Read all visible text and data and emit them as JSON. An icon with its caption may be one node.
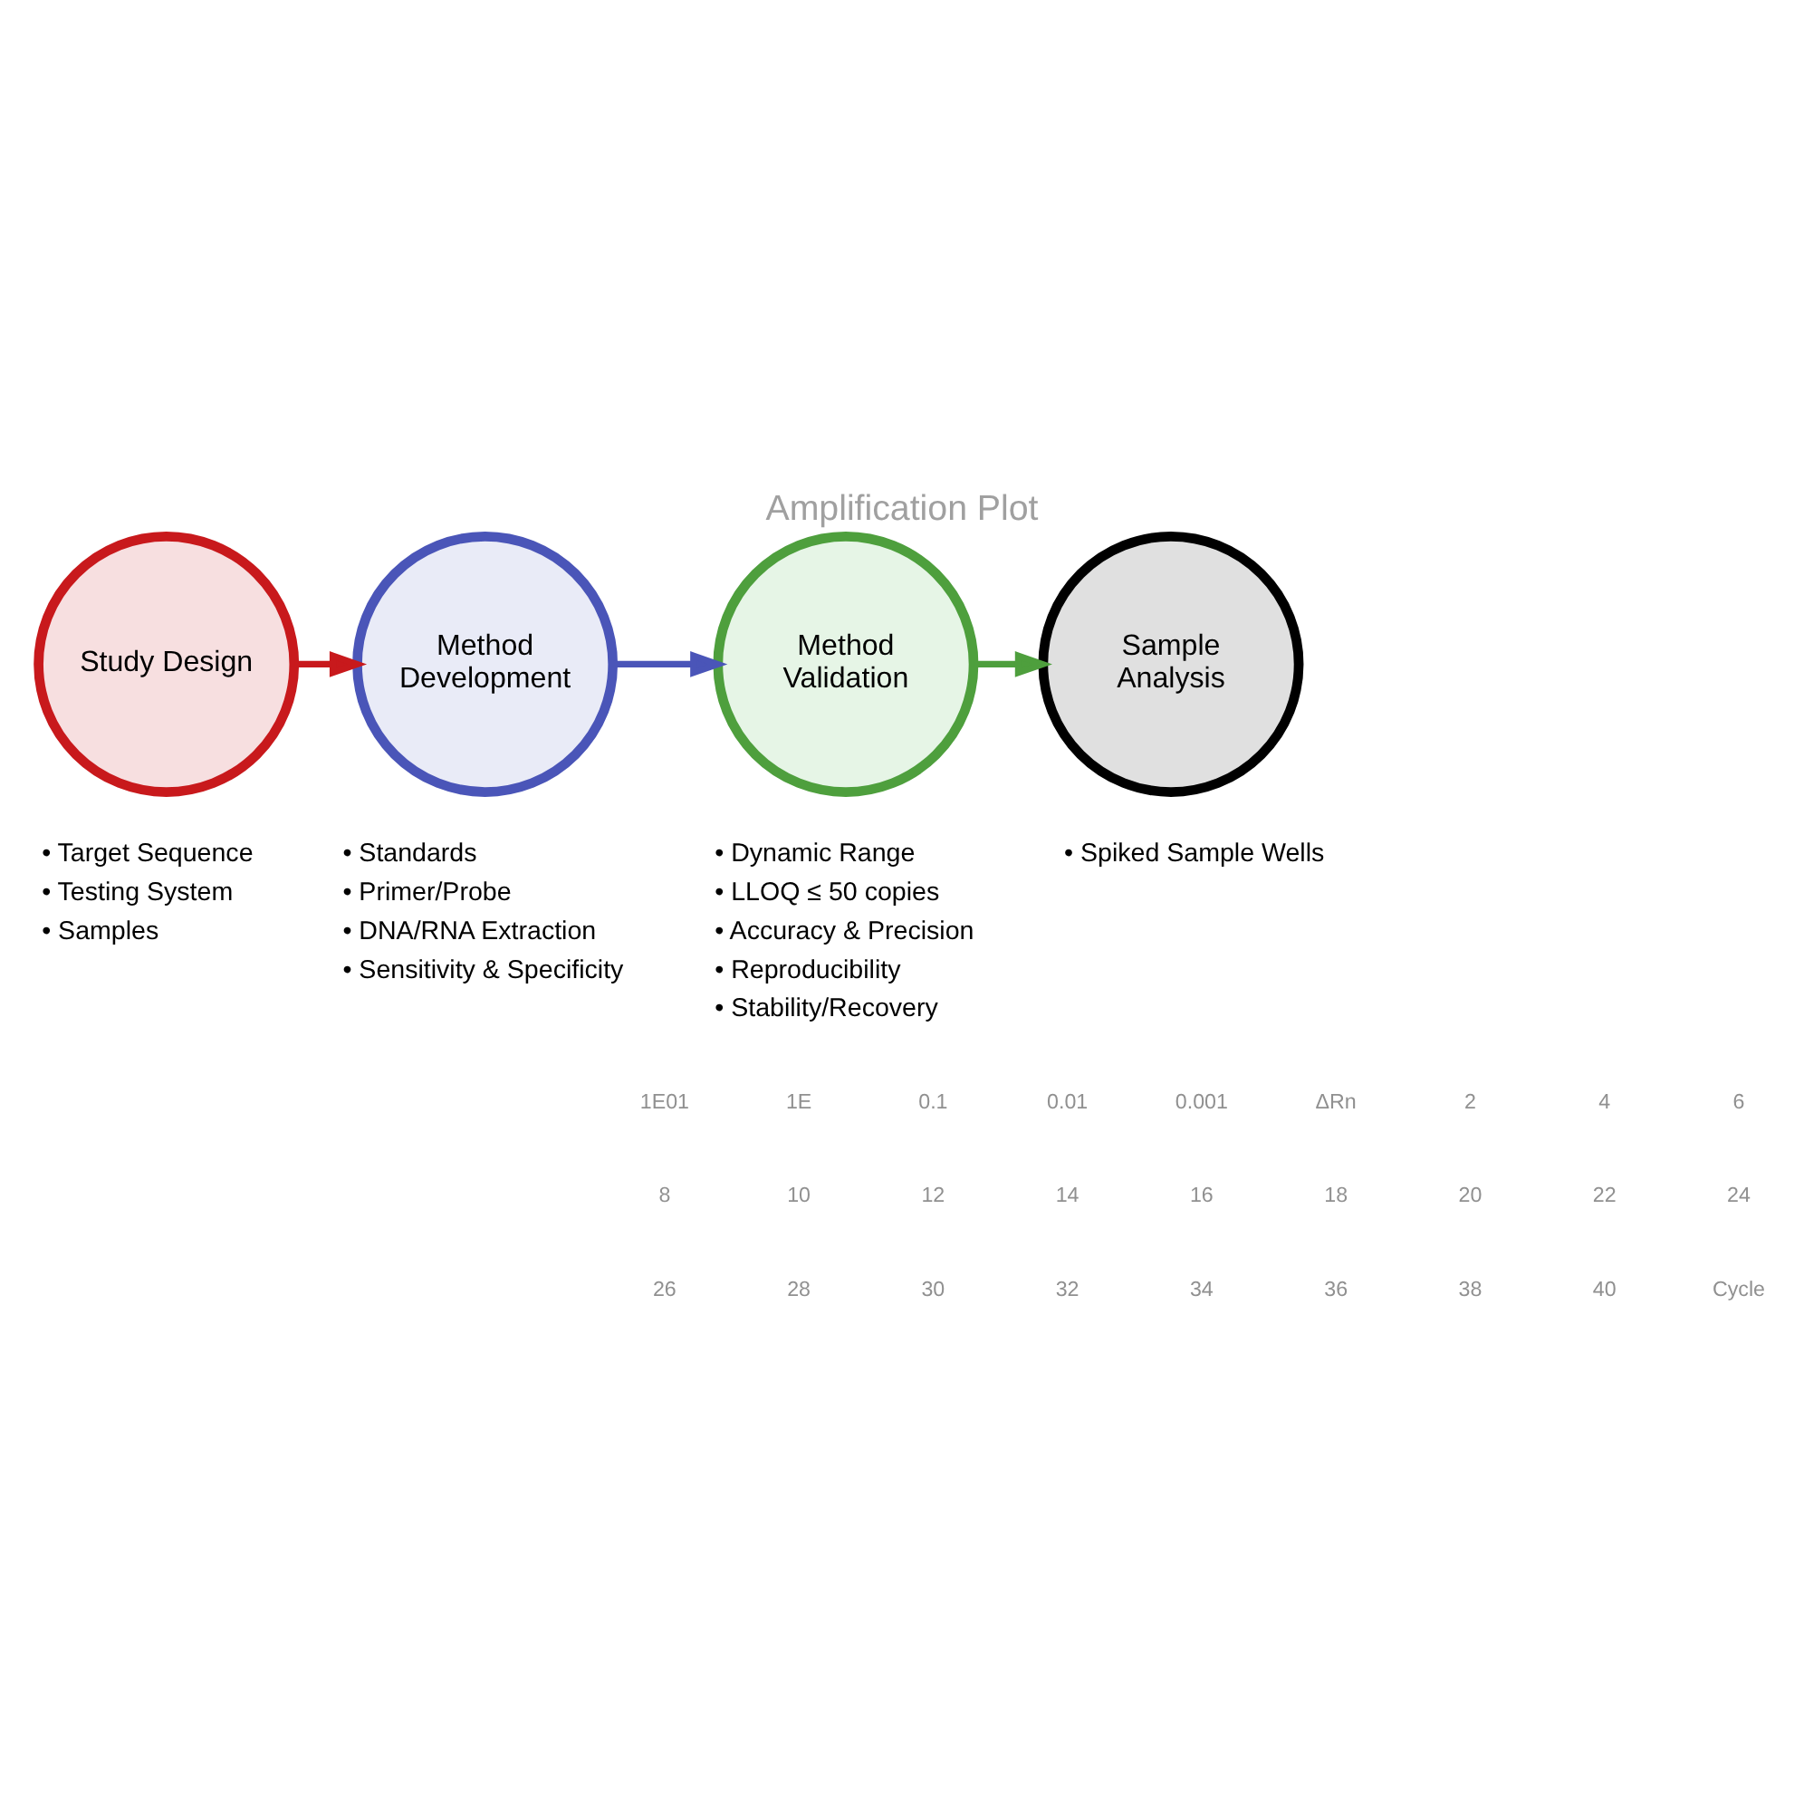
{
  "diagram": {
    "title": "Amplification Plot",
    "nodes": [
      {
        "text": [
          "Study Design"
        ],
        "beside": [
          "• Target Sequence",
          "• Testing System",
          "• Samples"
        ]
      },
      {
        "text": [
          "Method Development"
        ],
        "beside": [
          "• Standards",
          "• Primer/Probe",
          "• DNA/RNA Extraction",
          "• Sensitivity & Specificity"
        ]
      },
      {
        "text": [
          "Method Validation"
        ],
        "beside": [
          "• Dynamic Range",
          "• LLOQ ≤ 50 copies",
          "• Accuracy & Precision",
          "• Reproducibility",
          "• Stability/Recovery"
        ]
      },
      {
        "text": [
          "Sample Analysis"
        ],
        "beside": [
          "• Spiked Sample Wells"
        ]
      }
    ],
    "edges": [
      {
        "from": 0,
        "to": 1,
        "arrow": "to",
        "color": "#c8191c"
      },
      {
        "from": 1,
        "to": 2,
        "arrow": "to",
        "color": "#4a55b8"
      },
      {
        "from": 2,
        "to": 3,
        "arrow": "to",
        "color": "#4e9f3d"
      }
    ],
    "labels": [
      "1E01",
      "1E",
      "0.1",
      "0.01",
      "0.001",
      "ΔRn",
      "2",
      "4",
      "6",
      "8",
      "10",
      "12",
      "14",
      "16",
      "18",
      "20",
      "22",
      "24",
      "26",
      "28",
      "30",
      "32",
      "34",
      "36",
      "38",
      "40",
      "Cycle"
    ]
  }
}
